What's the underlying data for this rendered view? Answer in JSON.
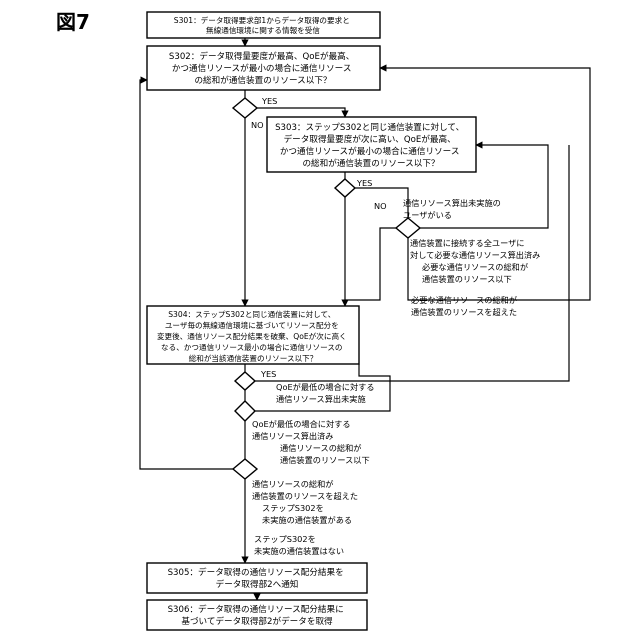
{
  "figure_label": "図7",
  "steps": {
    "s301": [
      "S301：データ取得要求部1からデータ取得の要求と",
      "無線通信環境に関する情報を受信"
    ],
    "s302": [
      "S302：データ取得量要度が最高、QoEが最高、",
      "かつ通信リソースが最小の場合に通信リソース",
      "の総和が通信装置のリソース以下？"
    ],
    "s303": [
      "S303：ステップS302と同じ通信装置に対して、",
      "データ取得量要度が次に高い、QoEが最高、",
      "かつ通信リソースが最小の場合に通信リソース",
      "の総和が通信装置のリソース以下？"
    ],
    "s304": [
      "S304：ステップS302と同じ通信装置に対して、",
      "ユーザ毎の無線通信環境に基づいてリソース配分を",
      "変更後、通信リソース配分結果を破棄、QoEが次に高く",
      "なる、かつ通信リソース最小の場合に通信リソースの",
      "総和が当該通信装置のリソース以下？"
    ],
    "s305": [
      "S305：データ取得の通信リソース配分結果を",
      "データ取得部2へ通知"
    ],
    "s306": [
      "S306：データ取得の通信リソース配分結果に",
      "基づいてデータ取得部2がデータを取得"
    ]
  },
  "branch_labels": {
    "yes_s302": "YES",
    "no_s302": "NO",
    "yes_s303": "YES",
    "no_s303": "NO",
    "yes_s304": "YES",
    "uncalc_user": [
      "通信リソース算出未実施の",
      "ユーザがいる"
    ],
    "all_users_calc": [
      "通信装置に接続する全ユーザに",
      "対して必要な通信リソース算出済み",
      "必要な通信リソースの総和が",
      "通信装置のリソース以下"
    ],
    "sum_exceeds": [
      "必要な通信リソースの総和が",
      "通信装置のリソースを超えた"
    ],
    "qoe_min_uncalc": [
      "QoEが最低の場合に対する",
      "通信リソース算出未実施"
    ],
    "qoe_min_calc": [
      "QoEが最低の場合に対する",
      "通信リソース算出済み"
    ],
    "sum_within": [
      "通信リソースの総和が",
      "通信装置のリソース以下"
    ],
    "sum_over": [
      "通信リソースの総和が",
      "通信装置のリソースを超えた"
    ],
    "s302_pending": [
      "ステップS302を",
      "未実施の通信装置がある"
    ],
    "s302_none": [
      "ステップS302を",
      "未実施の通信装置はない"
    ]
  }
}
